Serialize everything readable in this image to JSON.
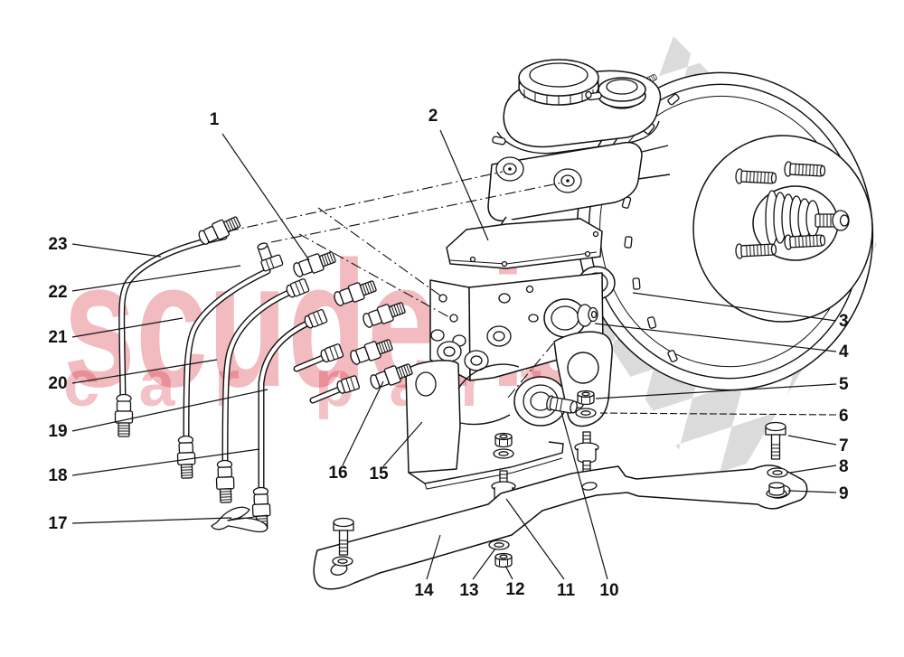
{
  "watermark": {
    "brand": "scuderia",
    "tagline_left": "car",
    "tagline_right": "parts",
    "brand_color": "#d01020"
  },
  "canvas": {
    "background": "#ffffff",
    "line_color": "#111111",
    "checker_color": "#dbdbdb"
  },
  "callouts": {
    "c1": "1",
    "c2": "2",
    "c3": "3",
    "c4": "4",
    "c5": "5",
    "c6": "6",
    "c7": "7",
    "c8": "8",
    "c9": "9",
    "c10": "10",
    "c11": "11",
    "c12": "12",
    "c13": "13",
    "c14": "14",
    "c15": "15",
    "c16": "16",
    "c17": "17",
    "c18": "18",
    "c19": "19",
    "c20": "20",
    "c21": "21",
    "c22": "22",
    "c23": "23"
  }
}
